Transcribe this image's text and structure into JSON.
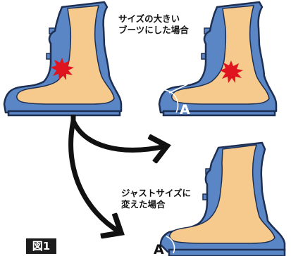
{
  "captions": {
    "top": [
      "サイズの大きい",
      "ブーツにした場合"
    ],
    "bottom": [
      "ジャストサイズに",
      "変えた場合"
    ]
  },
  "figure_label": "図1",
  "angle_label_1": "A",
  "angle_label_2": "A",
  "colors": {
    "shell_blue": "#5a86c6",
    "shell_edge": "#1d2f52",
    "foot_skin": "#f6c98c",
    "pain_red": "#e0141e",
    "arrow": "#111111"
  }
}
